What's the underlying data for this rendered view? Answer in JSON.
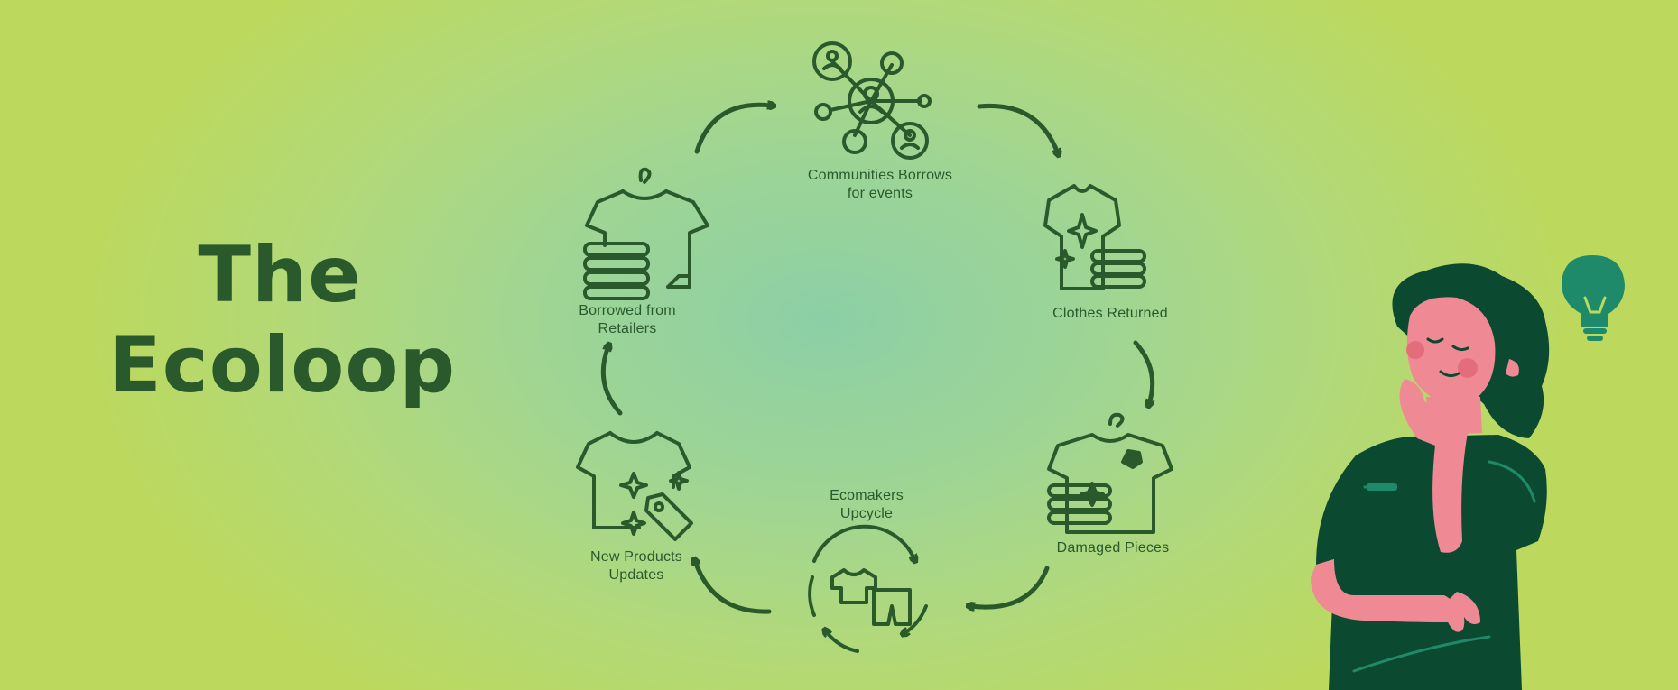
{
  "title": {
    "line1": "The",
    "line2": "Ecoloop"
  },
  "colors": {
    "icon_stroke": "#2a5a2c",
    "background_center": "#8ccfa6",
    "background_edge": "#bcd95e",
    "shirt": "#0b4a30",
    "skin": "#ef8a94",
    "bulb": "#1f8a6a"
  },
  "steps": [
    {
      "icon": "community-network-icon",
      "line1": "Communities Borrows",
      "line2": "for events"
    },
    {
      "icon": "clothes-returned-icon",
      "line1": "Clothes Returned",
      "line2": ""
    },
    {
      "icon": "damaged-pieces-icon",
      "line1": "Damaged Pieces",
      "line2": ""
    },
    {
      "icon": "upcycle-icon",
      "line1": "Ecomakers",
      "line2": "Upcycle"
    },
    {
      "icon": "new-product-tag-icon",
      "line1": "New Products",
      "line2": "Updates"
    },
    {
      "icon": "borrowed-clothes-icon",
      "line1": "Borrowed from",
      "line2": "Retailers"
    }
  ],
  "illustration": {
    "figure": "thinking-person-icon",
    "bulb": "lightbulb-icon"
  }
}
